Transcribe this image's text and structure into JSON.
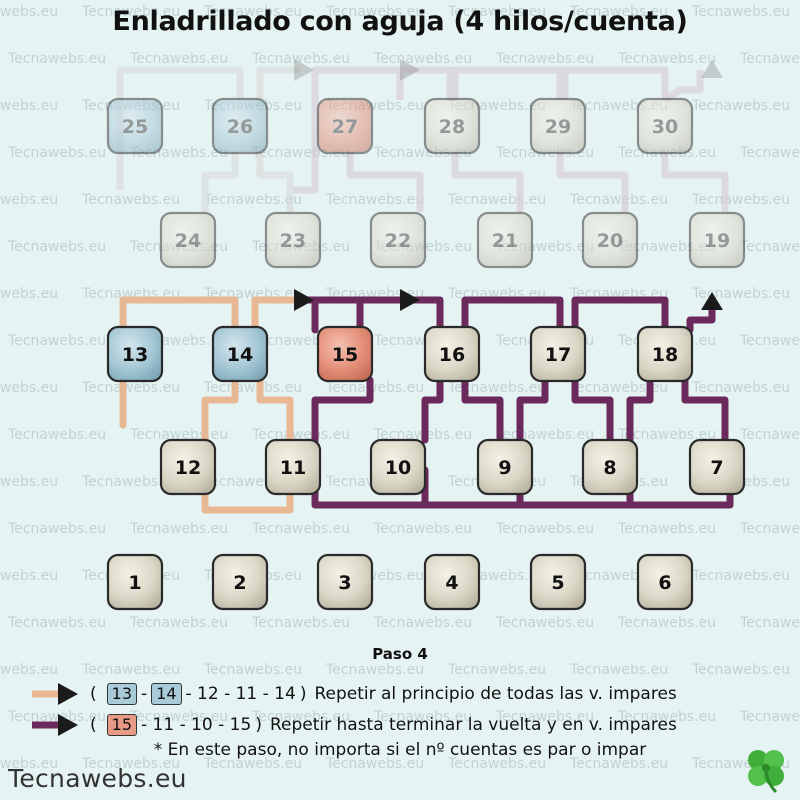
{
  "title": "Enladrillado con aguja (4 hilos/cuenta)",
  "watermark": "Tecnawebs.eu",
  "brand": "Tecnawebs.eu",
  "step_label": "Paso 4",
  "colors": {
    "background": "#e6f3f3",
    "thread_orange": "#e8b894",
    "thread_purple": "#6b2a5b",
    "thread_faded": "#cfcfcf",
    "bead_neutral": "#ddd9c9",
    "bead_blue": "#a9cbd8",
    "bead_red": "#e79a85",
    "clover_green": "#3fae3a"
  },
  "beads": {
    "row1": [
      "1",
      "2",
      "3",
      "4",
      "5",
      "6"
    ],
    "row2": [
      "12",
      "11",
      "10",
      "9",
      "8",
      "7"
    ],
    "row3": [
      "13",
      "14",
      "15",
      "16",
      "17",
      "18"
    ],
    "row4": [
      "24",
      "23",
      "22",
      "21",
      "20",
      "19"
    ],
    "row5": [
      "25",
      "26",
      "27",
      "28",
      "29",
      "30"
    ],
    "highlight_blue": [
      "13",
      "14",
      "25",
      "26"
    ],
    "highlight_red": [
      "15",
      "27"
    ],
    "faded_rows": [
      "row4",
      "row5"
    ]
  },
  "legend": [
    {
      "arrow_color": "orange",
      "open": "(",
      "chips": [
        "13",
        "14"
      ],
      "chip_sep": "-",
      "sequence": "- 12 - 11 - 14",
      "close": ")",
      "description": "Repetir al principio de todas las v. impares"
    },
    {
      "arrow_color": "purple",
      "open": "(",
      "chips": [
        "15"
      ],
      "chip_sep": "",
      "sequence": "- 11 - 10 - 15",
      "close": ")",
      "description": "Repetir hasta terminar la vuelta y en v. impares"
    }
  ],
  "note": "*  En este paso, no importa si el nº cuentas es par o impar",
  "icons": {
    "legend_arrow": "right-arrow-icon",
    "clover": "four-leaf-clover-icon"
  }
}
